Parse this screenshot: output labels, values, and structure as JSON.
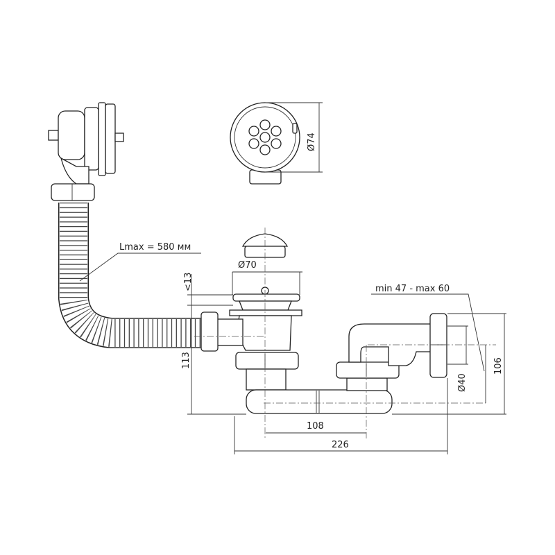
{
  "drawing": {
    "title_hint": "",
    "labels": {
      "hose_length": "Lmax = 580 мм",
      "strainer_diameter": "Ø74",
      "plug_diameter": "Ø70",
      "flange_height": "<13",
      "drain_height": "113",
      "outlet_range": "min 47 - max 60",
      "outlet_diameter": "Ø40",
      "outlet_height": "106",
      "trap_spacing": "108",
      "overall_width": "226"
    },
    "line_color": "#222222"
  }
}
